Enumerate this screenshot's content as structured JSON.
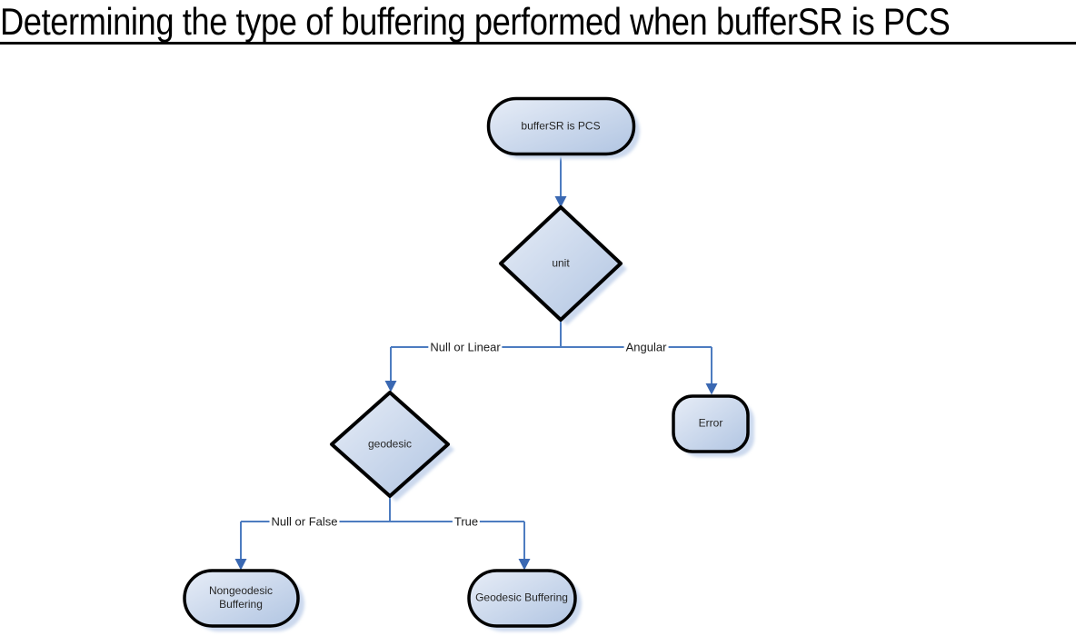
{
  "title": "Determining the type of buffering performed when bufferSR is PCS",
  "diagram": {
    "nodes": {
      "start": {
        "label": "bufferSR is PCS",
        "shape": "terminator"
      },
      "unit": {
        "label": "unit",
        "shape": "decision"
      },
      "geodesic": {
        "label": "geodesic",
        "shape": "decision"
      },
      "error": {
        "label": "Error",
        "shape": "terminator"
      },
      "nongeodesic_buffering": {
        "label": "Nongeodesic Buffering",
        "line1": "Nongeodesic",
        "line2": "Buffering",
        "shape": "terminator"
      },
      "geodesic_buffering": {
        "label": "Geodesic Buffering",
        "shape": "terminator"
      }
    },
    "edge_labels": {
      "unit_to_geodesic": "Null or Linear",
      "unit_to_error": "Angular",
      "geodesic_to_nongeodesic": "Null or False",
      "geodesic_to_geodesic_buffering": "True"
    },
    "colors": {
      "connector_line": "#4d7cc0",
      "arrowhead": "#3a68b2",
      "node_fill_light": "#e7edf7",
      "node_fill_dark": "#b1c5e2",
      "node_border": "#000000",
      "node_shadow": "#ccd9ee",
      "node_text": "#262626",
      "title_text": "#000000",
      "background": "#ffffff"
    }
  }
}
